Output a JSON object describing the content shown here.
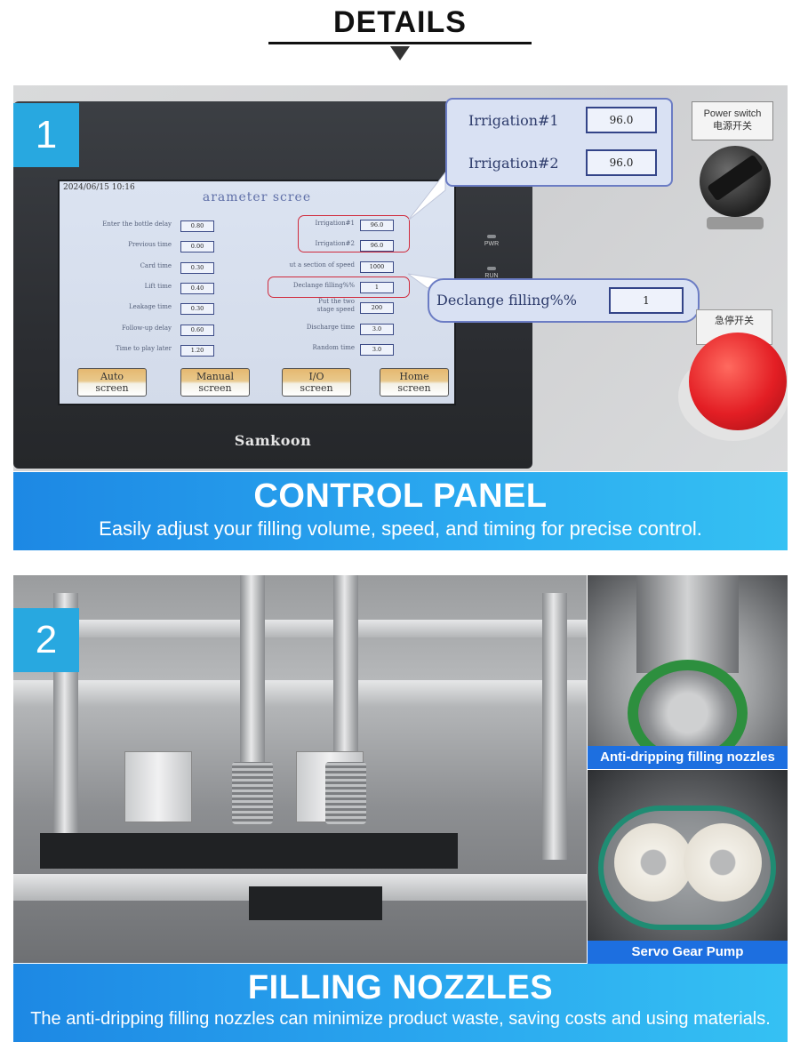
{
  "header": {
    "title": "DETAILS"
  },
  "section1": {
    "number": "1",
    "hmi": {
      "brand": "Samkoon",
      "leds": [
        "PWR",
        "RUN"
      ],
      "screen": {
        "datetime": "2024/06/15  10:16",
        "title": "arameter scree",
        "left_params": [
          {
            "label": "Enter the bottle delay",
            "value": "0.80"
          },
          {
            "label": "Previous time",
            "value": "0.00"
          },
          {
            "label": "Card time",
            "value": "0.30"
          },
          {
            "label": "Lift time",
            "value": "0.40"
          },
          {
            "label": "Leakage time",
            "value": "0.30"
          },
          {
            "label": "Follow-up delay",
            "value": "0.60"
          },
          {
            "label": "Time to play later",
            "value": "1.20"
          }
        ],
        "right_params": [
          {
            "label": "Irrigation#1",
            "value": "96.0"
          },
          {
            "label": "Irrigation#2",
            "value": "96.0"
          },
          {
            "label": "ut a section of speed",
            "value": "1000"
          },
          {
            "label": "Declange filling%%",
            "value": "1"
          },
          {
            "label": "Put the two stage speed",
            "value": "200"
          },
          {
            "label": "Discharge time",
            "value": "3.0"
          },
          {
            "label": "Random time",
            "value": "3.0"
          }
        ],
        "buttons": [
          {
            "line1": "Auto",
            "line2": "screen"
          },
          {
            "line1": "Manual",
            "line2": "screen"
          },
          {
            "line1": "I/O",
            "line2": "screen"
          },
          {
            "line1": "Home",
            "line2": "screen"
          }
        ]
      }
    },
    "callout_irrigation": {
      "row1_label": "Irrigation#1",
      "row1_value": "96.0",
      "row2_label": "Irrigation#2",
      "row2_value": "96.0"
    },
    "callout_declange": {
      "label": "Declange filling%%",
      "value": "1"
    },
    "power_switch": {
      "line1": "Power switch",
      "line2": "电源开关"
    },
    "estop_label": "急停开关",
    "banner": {
      "title": "CONTROL PANEL",
      "subtitle": "Easily adjust your filling volume, speed, and timing for precise control."
    }
  },
  "section2": {
    "number": "2",
    "inset_top_caption": "Anti-dripping filling nozzles",
    "inset_bottom_caption": "Servo Gear Pump",
    "banner": {
      "title": "FILLING NOZZLES",
      "subtitle": "The anti-dripping filling nozzles can minimize product waste, saving costs and using materials."
    }
  },
  "colors": {
    "accent": "#28a8e0",
    "banner_start": "#1d88e4",
    "banner_end": "#35c1f3",
    "highlight": "#d02a3c"
  }
}
